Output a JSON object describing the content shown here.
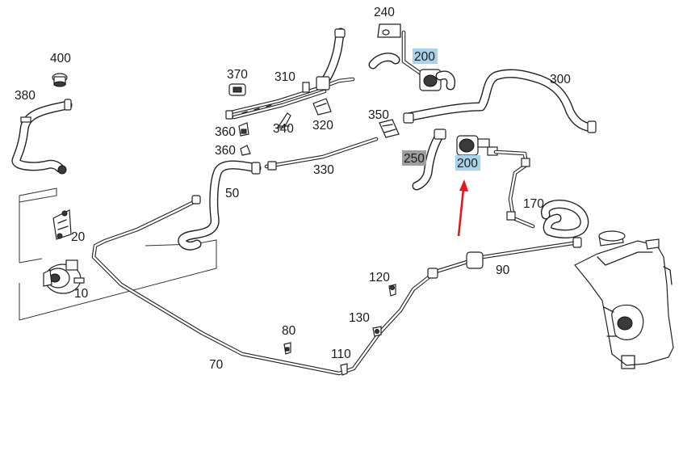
{
  "callouts": [
    {
      "id": "240",
      "text": "240",
      "highlight": "none"
    },
    {
      "id": "200a",
      "text": "200",
      "highlight": "blue"
    },
    {
      "id": "400",
      "text": "400",
      "highlight": "none"
    },
    {
      "id": "370",
      "text": "370",
      "highlight": "none"
    },
    {
      "id": "310",
      "text": "310",
      "highlight": "none"
    },
    {
      "id": "300",
      "text": "300",
      "highlight": "none"
    },
    {
      "id": "380",
      "text": "380",
      "highlight": "none"
    },
    {
      "id": "350",
      "text": "350",
      "highlight": "none"
    },
    {
      "id": "340",
      "text": "340",
      "highlight": "none"
    },
    {
      "id": "320",
      "text": "320",
      "highlight": "none"
    },
    {
      "id": "360a",
      "text": "360",
      "highlight": "none"
    },
    {
      "id": "360b",
      "text": "360",
      "highlight": "none"
    },
    {
      "id": "250",
      "text": "250",
      "highlight": "gray"
    },
    {
      "id": "200b",
      "text": "200",
      "highlight": "blue"
    },
    {
      "id": "330",
      "text": "330",
      "highlight": "none"
    },
    {
      "id": "50",
      "text": "50",
      "highlight": "none"
    },
    {
      "id": "170",
      "text": "170",
      "highlight": "none"
    },
    {
      "id": "20",
      "text": "20",
      "highlight": "none"
    },
    {
      "id": "90",
      "text": "90",
      "highlight": "none"
    },
    {
      "id": "120",
      "text": "120",
      "highlight": "none"
    },
    {
      "id": "10",
      "text": "10",
      "highlight": "none"
    },
    {
      "id": "130",
      "text": "130",
      "highlight": "none"
    },
    {
      "id": "80",
      "text": "80",
      "highlight": "none"
    },
    {
      "id": "110",
      "text": "110",
      "highlight": "none"
    },
    {
      "id": "70",
      "text": "70",
      "highlight": "none"
    }
  ],
  "colors": {
    "highlight_blue": "#a9d3ea",
    "highlight_gray": "#9e9e9e",
    "arrow_red": "#e8141e",
    "line": "#222222",
    "background": "#ffffff"
  },
  "icons": [
    "red-arrow-indicator"
  ]
}
